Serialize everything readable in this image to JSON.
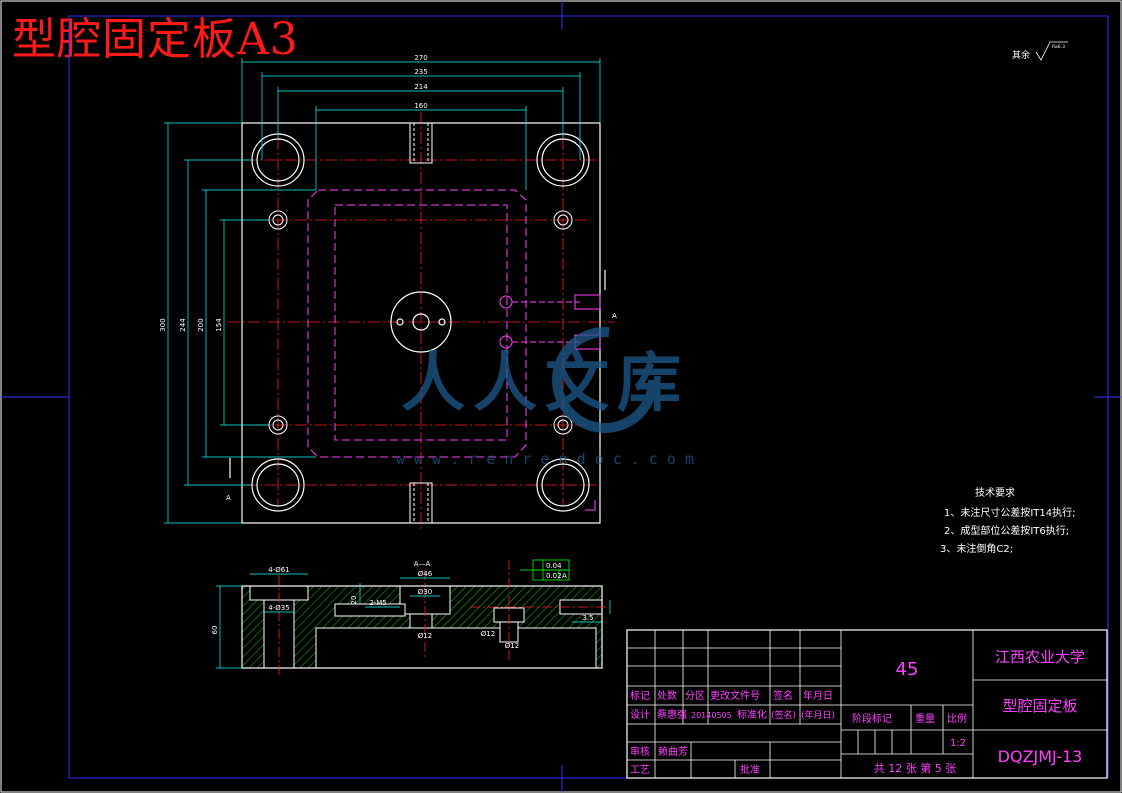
{
  "title": "型腔固定板A3",
  "roughness_label": "其余",
  "roughness_value": "Ra6.3",
  "tech_requirements": {
    "heading": "技术要求",
    "items": [
      "1、未注尺寸公差按IT14执行;",
      "2、成型部位公差按IT6执行;",
      "3、未注倒角C2;"
    ]
  },
  "dimensions": {
    "top": [
      "270",
      "235",
      "214",
      "160"
    ],
    "left": [
      "300",
      "244",
      "200",
      "154"
    ],
    "section_label": "A—A",
    "section_marks": [
      "A",
      "A"
    ],
    "section": [
      "4-Ø61",
      "4-Ø35",
      "Ø46",
      "Ø30",
      "2-M5",
      "Ø12",
      "Ø12",
      "Ø12",
      "60",
      "20",
      "3.5"
    ]
  },
  "tolerance": [
    "0.04",
    "0.02",
    "A"
  ],
  "title_block": {
    "material": "45",
    "school": "江西农业大学",
    "part_name": "型腔固定板",
    "drawing_no": "DQZJMJ-13",
    "scale": "1:2",
    "sheets": "共 12 张 第 5 张",
    "header_cells": [
      "标记",
      "处数",
      "分区",
      "更改文件号",
      "签名",
      "年月日"
    ],
    "design_row": [
      "设计",
      "蔡惠强",
      "20140505",
      "标准化",
      "(签名)",
      "(年月日)"
    ],
    "stage_labels": [
      "阶段标记",
      "重量",
      "比例"
    ],
    "review_label": "审核",
    "reviewer": "赖曲芳",
    "craft_label": "工艺",
    "approve_label": "批准"
  },
  "watermark": {
    "text": "人人文库",
    "url": "w w w . r e n r e n d o c . c o m"
  },
  "colors": {
    "outline": "#ffffff",
    "center_line": "#ff2020",
    "dimension": "#00ffff",
    "hidden": "#ff40ff",
    "hatch": "#00ff00",
    "frame": "#3030ff",
    "watermark": "#1e5a8c"
  }
}
